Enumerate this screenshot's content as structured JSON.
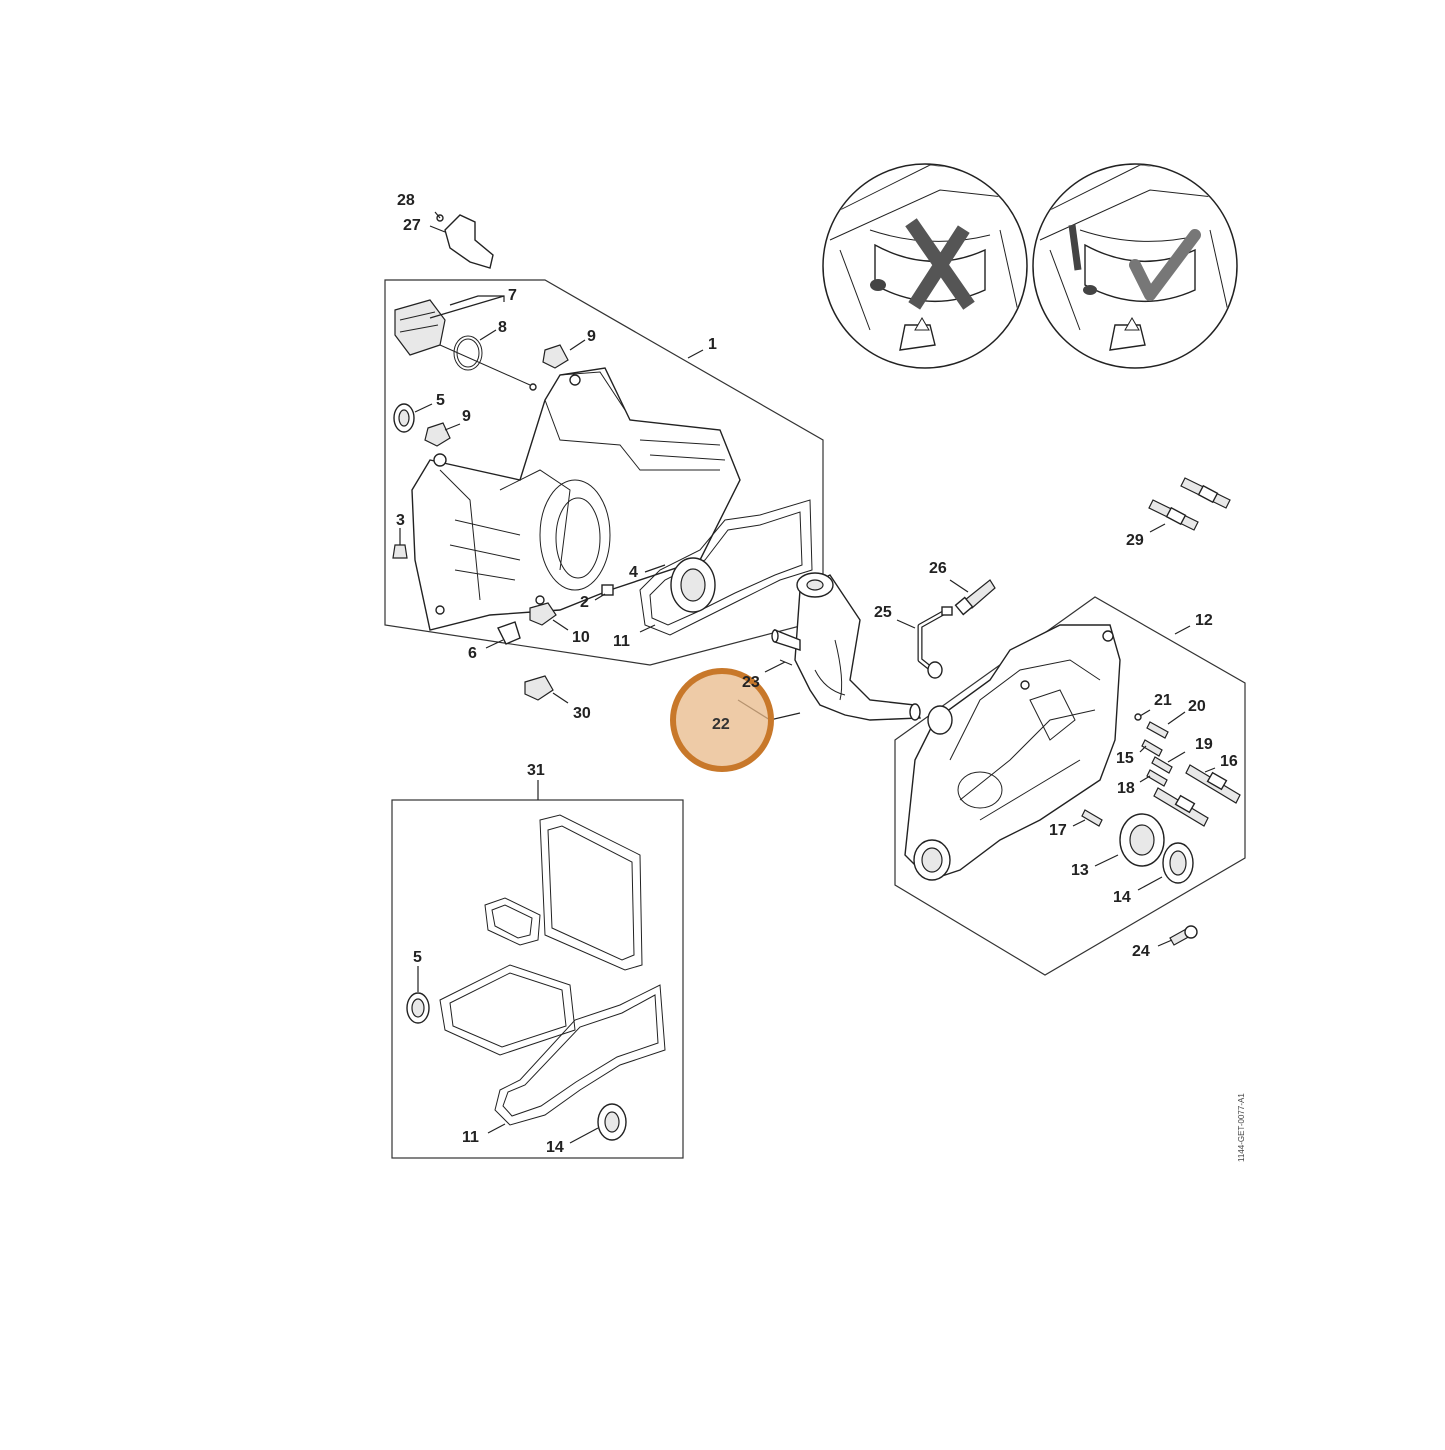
{
  "diagram": {
    "drawing_code": "1144-GET-0077-A1",
    "callouts": [
      {
        "id": "c28",
        "text": "28"
      },
      {
        "id": "c27",
        "text": "27"
      },
      {
        "id": "c7",
        "text": "7"
      },
      {
        "id": "c8",
        "text": "8"
      },
      {
        "id": "c9a",
        "text": "9"
      },
      {
        "id": "c1",
        "text": "1"
      },
      {
        "id": "c5a",
        "text": "5"
      },
      {
        "id": "c9b",
        "text": "9"
      },
      {
        "id": "c3",
        "text": "3"
      },
      {
        "id": "c4",
        "text": "4"
      },
      {
        "id": "c2",
        "text": "2"
      },
      {
        "id": "c10",
        "text": "10"
      },
      {
        "id": "c11a",
        "text": "11"
      },
      {
        "id": "c6",
        "text": "6"
      },
      {
        "id": "c30",
        "text": "30"
      },
      {
        "id": "c23",
        "text": "23"
      },
      {
        "id": "c22",
        "text": "22"
      },
      {
        "id": "c26",
        "text": "26"
      },
      {
        "id": "c25",
        "text": "25"
      },
      {
        "id": "c29",
        "text": "29"
      },
      {
        "id": "c12",
        "text": "12"
      },
      {
        "id": "c21",
        "text": "21"
      },
      {
        "id": "c20",
        "text": "20"
      },
      {
        "id": "c15",
        "text": "15"
      },
      {
        "id": "c19",
        "text": "19"
      },
      {
        "id": "c16",
        "text": "16"
      },
      {
        "id": "c18",
        "text": "18"
      },
      {
        "id": "c17",
        "text": "17"
      },
      {
        "id": "c13",
        "text": "13"
      },
      {
        "id": "c14a",
        "text": "14"
      },
      {
        "id": "c24",
        "text": "24"
      },
      {
        "id": "c31",
        "text": "31"
      },
      {
        "id": "c5b",
        "text": "5"
      },
      {
        "id": "c11b",
        "text": "11"
      },
      {
        "id": "c14b",
        "text": "14"
      }
    ],
    "highlight": {
      "label": "22",
      "color": "#c8782a",
      "fill": "#e8b98a"
    },
    "colors": {
      "line": "#222222",
      "background": "#ffffff",
      "mark_fill": "#555555"
    }
  }
}
